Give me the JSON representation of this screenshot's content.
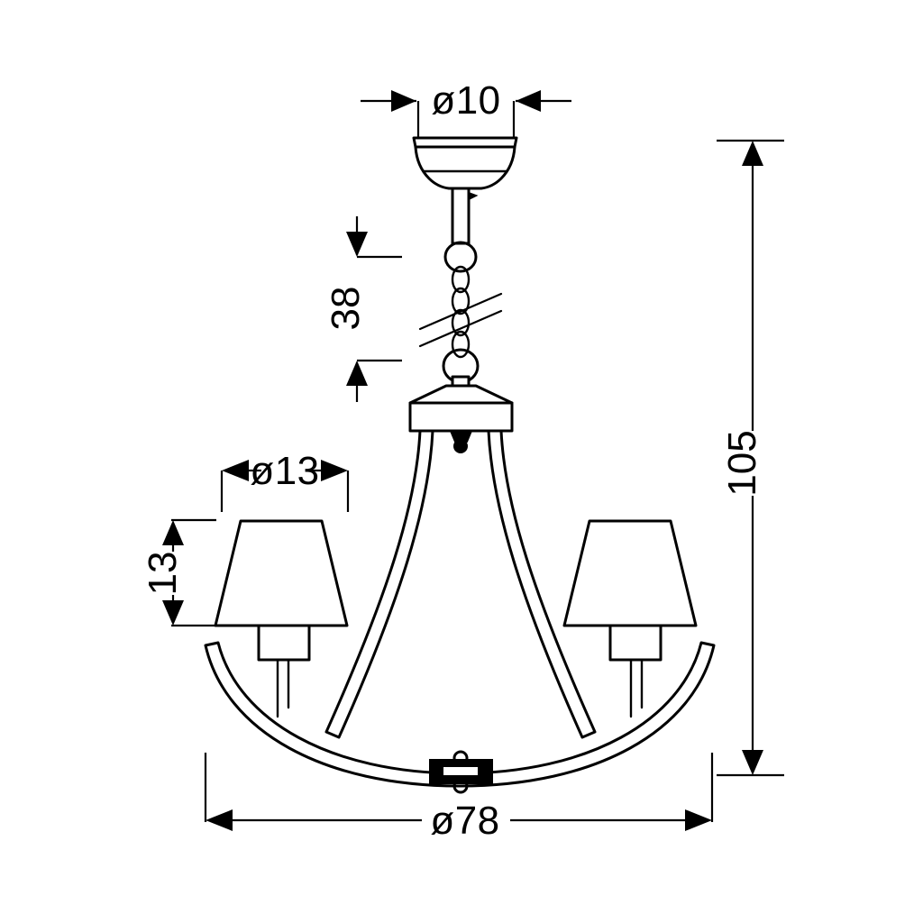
{
  "drawing": {
    "title": "Chandelier technical dimension drawing",
    "units": "cm",
    "line_color": "#000000",
    "background_color": "#ffffff"
  },
  "dimensions": {
    "canopy_diameter": {
      "label": "ø10",
      "value": 10,
      "orientation": "horizontal",
      "arrow_direction": "inward",
      "measures": "ceiling canopy diameter"
    },
    "chain_length": {
      "label": "38",
      "value": 38,
      "orientation": "vertical",
      "arrow_direction": "outward",
      "measures": "suspension chain length"
    },
    "shade_diameter": {
      "label": "ø13",
      "value": 13,
      "orientation": "horizontal",
      "arrow_direction": "outward",
      "measures": "lamp shade diameter"
    },
    "shade_height": {
      "label": "13",
      "value": 13,
      "orientation": "vertical",
      "arrow_direction": "outward",
      "measures": "lamp shade height"
    },
    "total_height": {
      "label": "105",
      "value": 105,
      "orientation": "vertical",
      "arrow_direction": "outward",
      "measures": "overall fixture height"
    },
    "overall_width": {
      "label": "ø78",
      "value": 78,
      "orientation": "horizontal",
      "arrow_direction": "outward",
      "measures": "overall fixture diameter"
    }
  },
  "components": {
    "canopy": "ceiling-canopy",
    "chain": "suspension-chain",
    "break_symbol": "chain-break-symbol",
    "hub": "center-hub-body",
    "finial": "hub-finial",
    "arms": "curved-arms",
    "clamp": "bottom-center-clamp",
    "shade_left": "lamp-shade-left",
    "shade_right": "lamp-shade-right",
    "socket_left": "lamp-socket-left",
    "socket_right": "lamp-socket-right"
  }
}
